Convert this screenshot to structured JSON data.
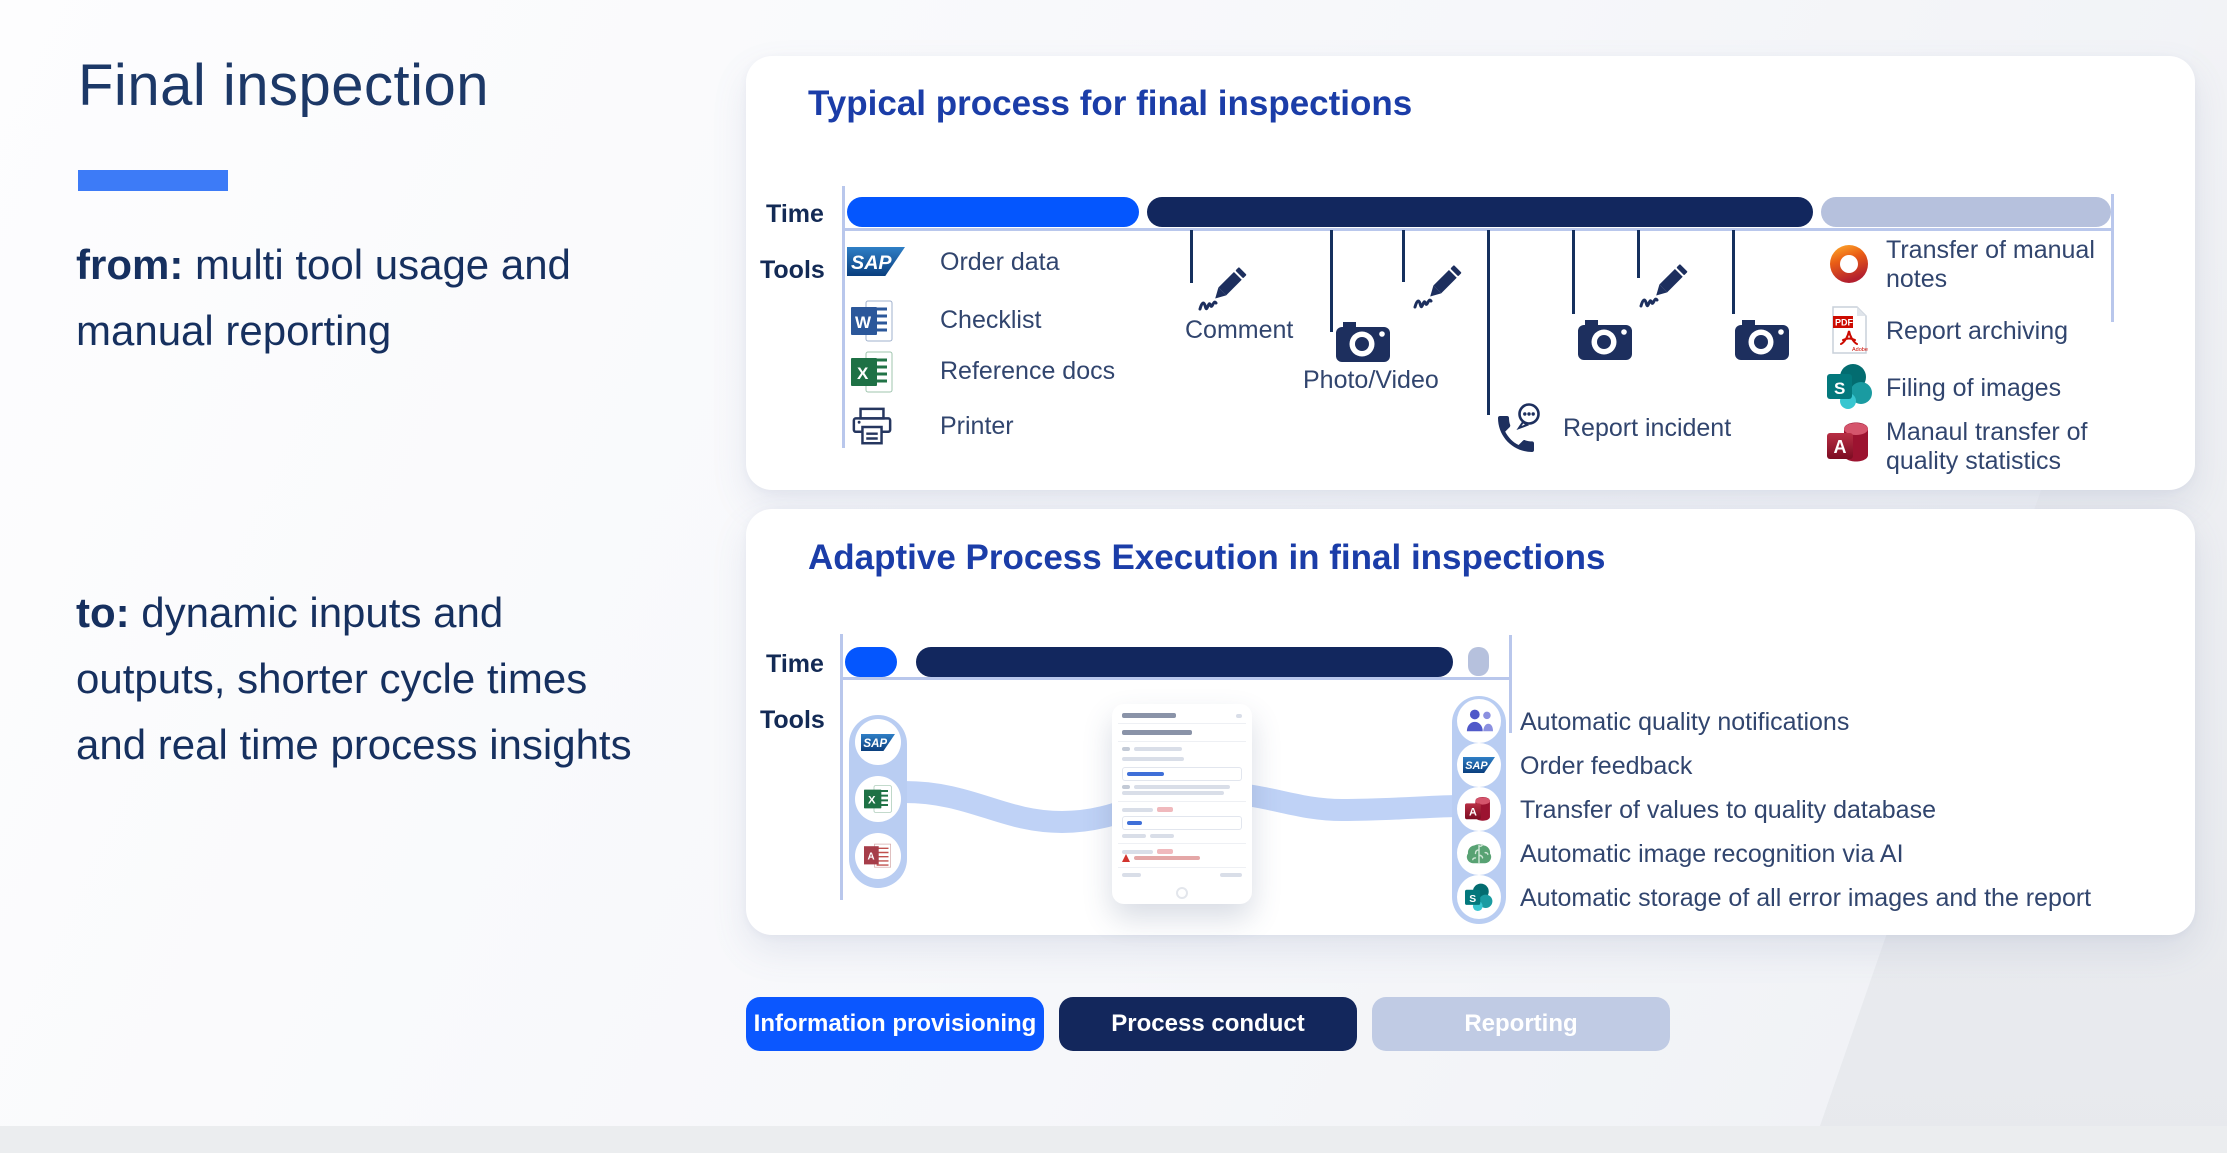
{
  "page": {
    "title": "Final inspection",
    "from_label": "from:",
    "from_text": " multi tool usage and manual reporting",
    "to_label": "to:",
    "to_text": " dynamic inputs and outputs, shorter cycle times and real time process insights"
  },
  "colors": {
    "accent_blue": "#0b57ff",
    "dark_navy": "#13275c",
    "light_periwinkle": "#c0cbe4",
    "card_title_blue": "#1b3da8",
    "text_navy": "#16305f",
    "axis_line": "#b9c7ec"
  },
  "typical_card": {
    "title": "Typical process for final inspections",
    "time_label": "Time",
    "tools_label": "Tools",
    "time_segments": [
      {
        "color": "#0456fe",
        "meaning": "Information provisioning"
      },
      {
        "color": "#12275e",
        "meaning": "Process conduct"
      },
      {
        "color": "#b6c1dd",
        "meaning": "Reporting"
      }
    ],
    "left_tools": [
      {
        "icon": "sap-logo",
        "label": "Order data"
      },
      {
        "icon": "word-icon",
        "label": "Checklist"
      },
      {
        "icon": "excel-icon",
        "label": "Reference docs"
      },
      {
        "icon": "printer-icon",
        "label": "Printer"
      }
    ],
    "annotations": [
      {
        "icon": "pen-icon",
        "label": "Comment"
      },
      {
        "icon": "camera-icon",
        "label": "Photo/Video"
      },
      {
        "icon": "phone-call-icon",
        "label": "Report incident"
      }
    ],
    "right_tools": [
      {
        "icon": "office-icon",
        "label": "Transfer of manual notes"
      },
      {
        "icon": "pdf-icon",
        "label": "Report archiving"
      },
      {
        "icon": "sharepoint-icon",
        "label": "Filing of images"
      },
      {
        "icon": "access-icon",
        "label": "Manaul transfer of quality statistics"
      }
    ]
  },
  "adaptive_card": {
    "title": "Adaptive Process Execution in final inspections",
    "time_label": "Time",
    "tools_label": "Tools",
    "time_segments": [
      {
        "color": "#0456fe",
        "meaning": "Information provisioning"
      },
      {
        "color": "#12275e",
        "meaning": "Process conduct"
      },
      {
        "color": "#b6c1dd",
        "meaning": "Reporting"
      }
    ],
    "input_tools": [
      {
        "icon": "sap-logo"
      },
      {
        "icon": "excel-icon"
      },
      {
        "icon": "access-icon"
      }
    ],
    "outputs": [
      {
        "icon": "teams-icon",
        "label": "Automatic quality notifications"
      },
      {
        "icon": "sap-logo",
        "label": "Order feedback"
      },
      {
        "icon": "access-icon",
        "label": "Transfer of values to quality database"
      },
      {
        "icon": "ai-brain-icon",
        "label": "Automatic image recognition via AI"
      },
      {
        "icon": "sharepoint-icon",
        "label": "Automatic storage of all error images and the report"
      }
    ]
  },
  "legend_buttons": [
    {
      "label": "Information provisioning",
      "color": "#0b57ff"
    },
    {
      "label": "Process conduct",
      "color": "#13275c"
    },
    {
      "label": "Reporting",
      "color": "#c0cbe4"
    }
  ]
}
